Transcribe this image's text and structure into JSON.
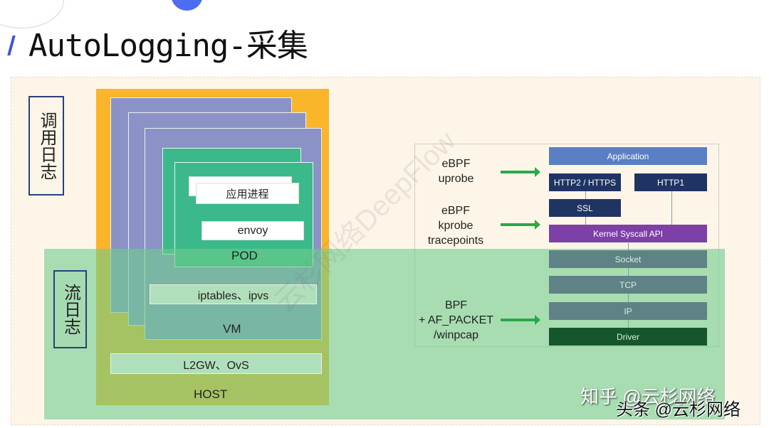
{
  "title": "AutoLogging-采集",
  "left_labels": {
    "call_log": "调用日志",
    "flow_log": "流日志"
  },
  "stack": {
    "app_process": "应用进程",
    "envoy": "envoy",
    "pod": "POD",
    "iptables": "iptables、ipvs",
    "vm": "VM",
    "l2gw": "L2GW、OvS",
    "host": "HOST"
  },
  "probes": [
    {
      "line1": "eBPF",
      "line2": "uprobe"
    },
    {
      "line1": "eBPF",
      "line2": "kprobe",
      "line3": "tracepoints"
    },
    {
      "line1": "BPF",
      "line2": "+ AF_PACKET",
      "line3": "/winpcap"
    }
  ],
  "layers": {
    "application": "Application",
    "http2": "HTTP2 / HTTPS",
    "http1": "HTTP1",
    "ssl": "SSL",
    "syscall": "Kernel Syscall API",
    "socket": "Socket",
    "tcp": "TCP",
    "ip": "IP",
    "driver": "Driver"
  },
  "colors": {
    "application": "#5b7fc4",
    "http": "#1f3463",
    "syscall": "#7d3fa8",
    "net": "#587486",
    "driver": "#0f4d27",
    "host": "#fbb52a",
    "vm": "#8b93c6",
    "pod": "#3bb98a"
  },
  "watermarks": {
    "zhihu": "知乎 @云杉网络",
    "toutiao": "头条 @云杉网络",
    "bg": "云杉网络DeepFlow"
  }
}
